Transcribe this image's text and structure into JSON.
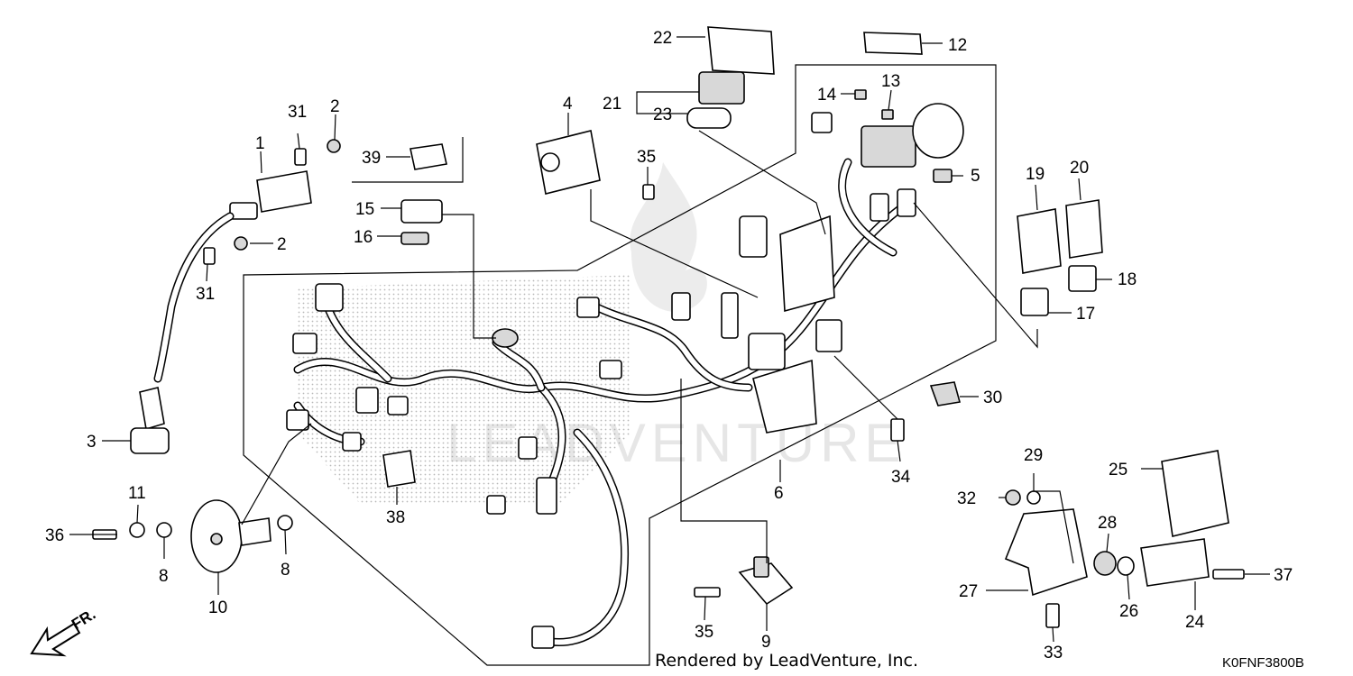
{
  "callouts": {
    "c1": "1",
    "c2a": "2",
    "c2b": "2",
    "c3": "3",
    "c4": "4",
    "c5": "5",
    "c6": "6",
    "c8a": "8",
    "c8b": "8",
    "c9": "9",
    "c10": "10",
    "c11": "11",
    "c12": "12",
    "c13": "13",
    "c14": "14",
    "c15": "15",
    "c16": "16",
    "c17": "17",
    "c18": "18",
    "c19": "19",
    "c20": "20",
    "c21": "21",
    "c22": "22",
    "c23": "23",
    "c24": "24",
    "c25": "25",
    "c26": "26",
    "c27": "27",
    "c28": "28",
    "c29": "29",
    "c30": "30",
    "c31a": "31",
    "c31b": "31",
    "c32": "32",
    "c33": "33",
    "c34": "34",
    "c35a": "35",
    "c35b": "35",
    "c36": "36",
    "c37": "37",
    "c38": "38",
    "c39": "39"
  },
  "footer": {
    "credit": "Rendered by LeadVenture, Inc.",
    "diagram_code": "K0FNF3800B"
  },
  "watermark": "LEADVENTURE",
  "front_indicator": "FR."
}
